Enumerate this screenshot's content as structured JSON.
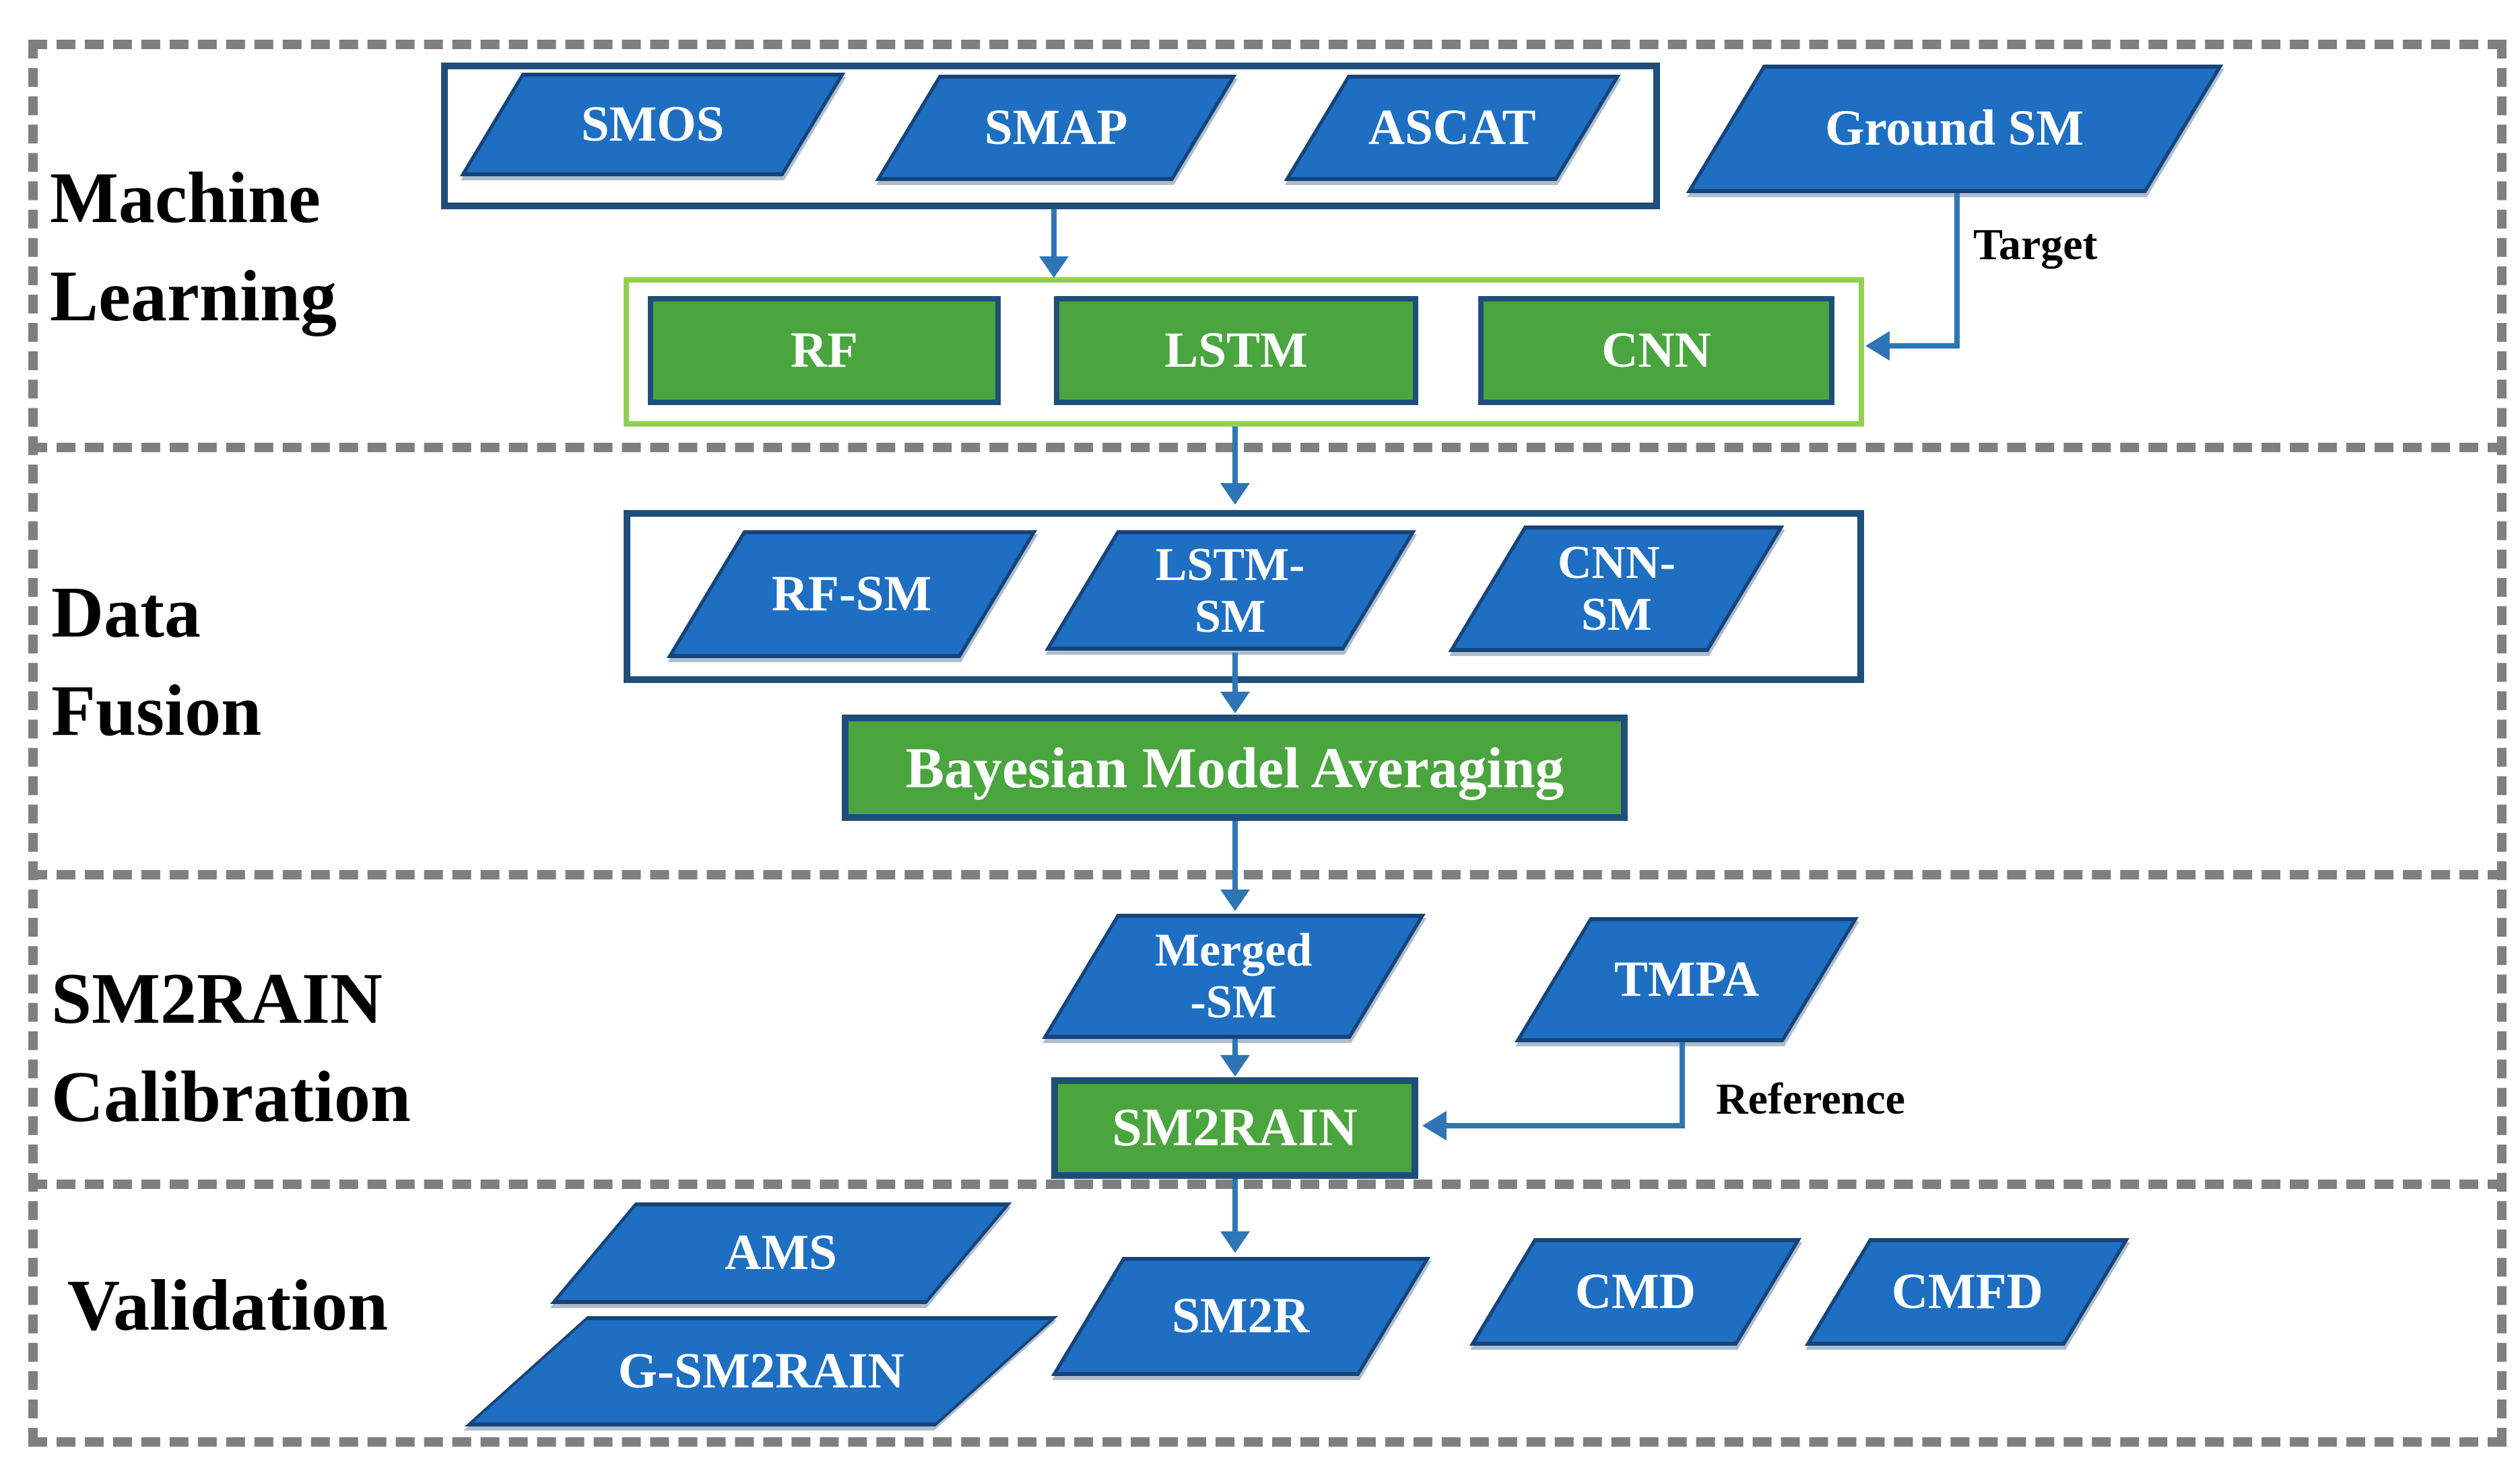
{
  "sections": [
    {
      "label_lines": [
        "Machine",
        "Learning"
      ]
    },
    {
      "label_lines": [
        "Data",
        "Fusion"
      ]
    },
    {
      "label_lines": [
        "SM2RAIN",
        "Calibration"
      ]
    },
    {
      "label_lines": [
        "Validation"
      ]
    }
  ],
  "machine_learning": {
    "satellite_inputs": {
      "smos": "SMOS",
      "smap": "SMAP",
      "ascat": "ASCAT"
    },
    "ground_input": "Ground SM",
    "target_label": "Target",
    "models": {
      "rf": "RF",
      "lstm": "LSTM",
      "cnn": "CNN"
    }
  },
  "data_fusion": {
    "model_outputs": {
      "rf_sm": "RF-SM",
      "lstm_sm": [
        "LSTM-",
        "SM"
      ],
      "cnn_sm": [
        "CNN-",
        "SM"
      ]
    },
    "bma": "Bayesian Model Averaging"
  },
  "calibration": {
    "merged_sm": [
      "Merged",
      "-SM"
    ],
    "tmpa": "TMPA",
    "sm2rain": "SM2RAIN",
    "reference_label": "Reference"
  },
  "validation": {
    "ams": "AMS",
    "g_sm2rain": "G-SM2RAIN",
    "sm2r": "SM2R",
    "cmd": "CMD",
    "cmfd": "CMFD"
  },
  "colors": {
    "parallelogram_fill": "#1E6FC2",
    "navy_border": "#1F4E79",
    "green_fill": "#4AA53F",
    "light_green_border": "#92D050",
    "arrow": "#2E75B6",
    "dashed_frame": "#7F7F7F",
    "label_text": "#000000",
    "shape_text": "#FFFFFF"
  }
}
